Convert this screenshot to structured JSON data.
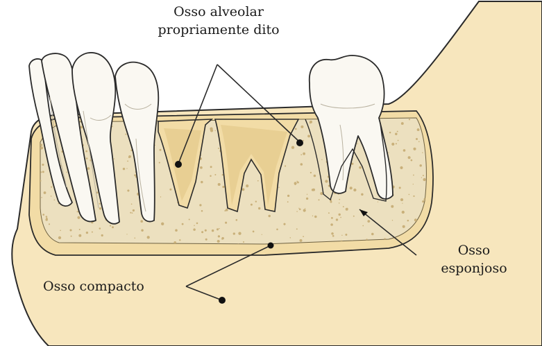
{
  "labels": {
    "alveolar_line1": "Osso alveolar",
    "alveolar_line2": "propriamente dito",
    "spongy_line1": "Osso",
    "spongy_line2": "esponjoso",
    "compact": "Osso compacto"
  },
  "colors": {
    "jaw": "#f7e6bd",
    "cortical": "#f2dca6",
    "spongy": "#ece0bf",
    "speckle": "#c9b07a",
    "tooth": "#faf8f2",
    "tooth_shade": "#e7e3d8",
    "outline": "#2a2a2a"
  }
}
